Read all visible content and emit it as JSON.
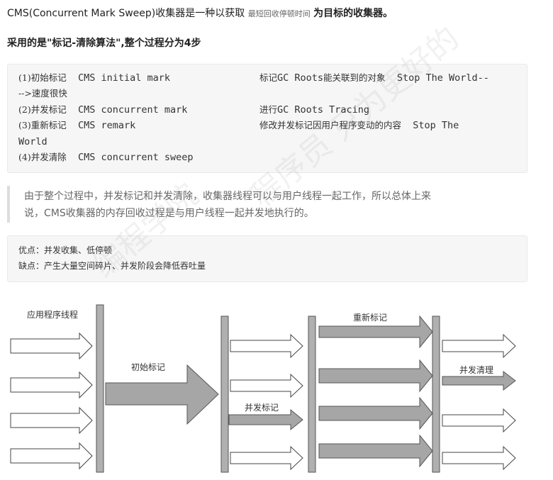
{
  "intro": {
    "part1": "CMS(Concurrent Mark Sweep)收集器是一种以获取",
    "part2": "最短回收停顿时间",
    "part3": "为目标的收集器。"
  },
  "algo_line": "采用的是\"标记-清除算法\",整个过程分为4步",
  "code_lines": [
    {
      "cn": "(1)初始标记",
      "en": "CMS initial mark",
      "desc_cn": "标记",
      "desc_en": "GC Roots",
      "desc_cn2": "能关联到的对象",
      "tail": "Stop The World--"
    },
    {
      "cont": "-->速度很快"
    },
    {
      "cn": "(2)并发标记",
      "en": "CMS concurrent mark",
      "desc_cn": "进行",
      "desc_en": "GC Roots Tracing"
    },
    {
      "cn": "(3)重新标记",
      "en": "CMS remark",
      "desc_cn": "修改并发标记因用户程序变动的内容",
      "tail": "Stop The"
    },
    {
      "cont": "World"
    },
    {
      "cn": "(4)并发清除",
      "en": "CMS concurrent sweep"
    }
  ],
  "quote_lines": [
    "由于整个过程中，并发标记和并发清除，收集器线程可以与用户线程一起工作，所以总体上来",
    "说，CMS收集器的内存回收过程是与用户线程一起并发地执行的。"
  ],
  "pros_cons": [
    "优点：并发收集、低停顿",
    "缺点：产生大量空间碎片、并发阶段会降低吞吐量"
  ],
  "diagram_labels": {
    "user_threads": "应用程序线程",
    "initial_mark": "初始标记",
    "concurrent_mark": "并发标记",
    "remark": "重新标记",
    "concurrent_sweep": "并发清理"
  },
  "watermark": [
    "程序员 只为更好的",
    "编程学院"
  ],
  "colors": {
    "bar": "#b0b0b0",
    "arrow_fill": "#a6a6a6",
    "code_bg": "#f6f6f6",
    "quote_border": "#dddddd"
  }
}
